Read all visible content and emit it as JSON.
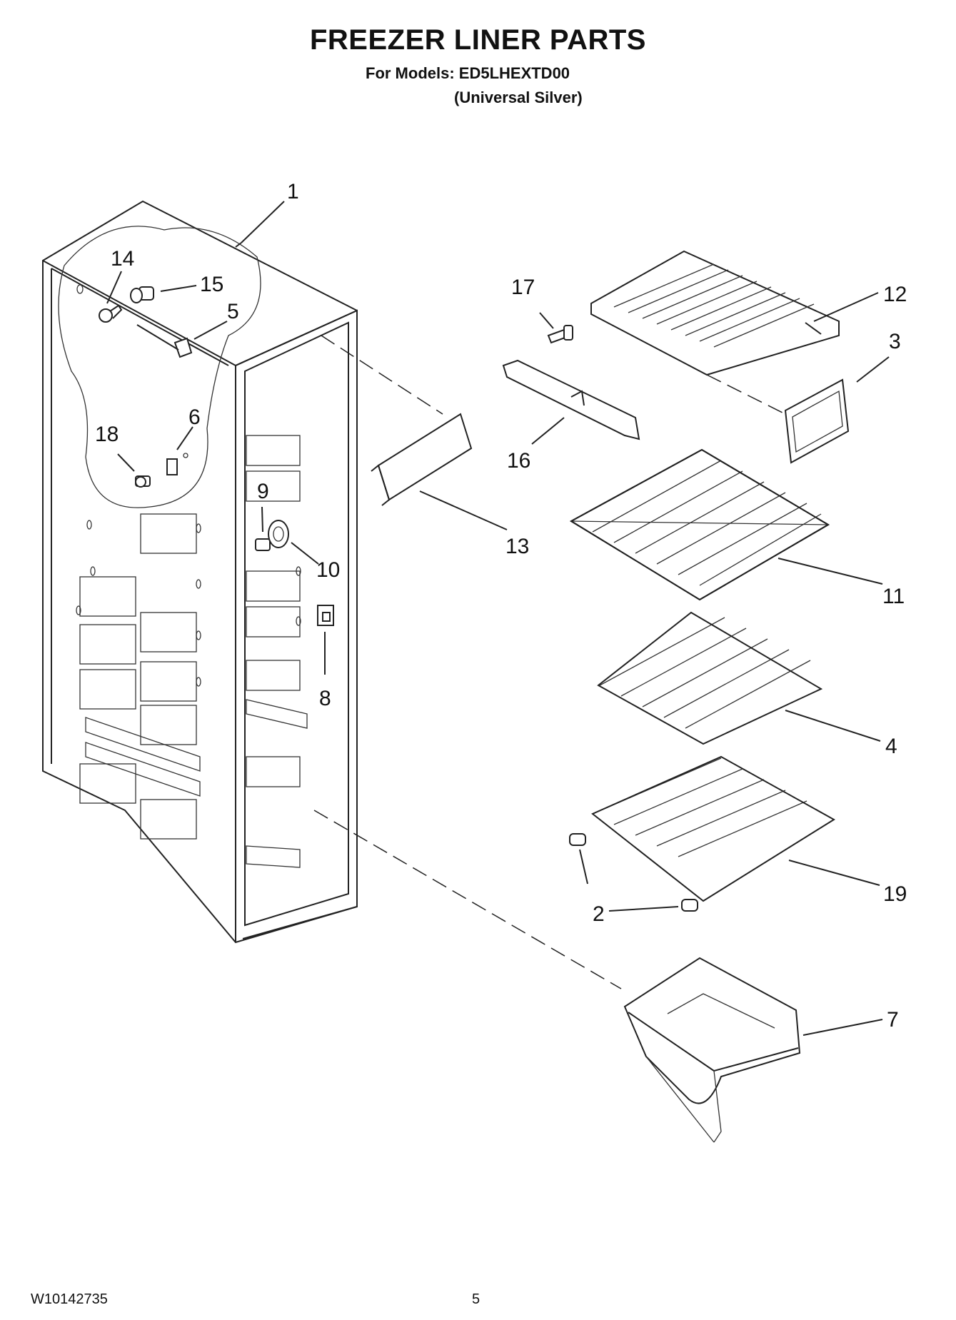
{
  "header": {
    "title": "FREEZER LINER PARTS",
    "models_line": "For Models: ED5LHEXTD00",
    "finish_line": "(Universal Silver)"
  },
  "callouts": {
    "c1": "1",
    "c2": "2",
    "c3": "3",
    "c4": "4",
    "c5": "5",
    "c6": "6",
    "c7": "7",
    "c8": "8",
    "c9": "9",
    "c10": "10",
    "c11": "11",
    "c12": "12",
    "c13": "13",
    "c14": "14",
    "c15": "15",
    "c16": "16",
    "c17": "17",
    "c18": "18",
    "c19": "19"
  },
  "footer": {
    "doc_number": "W10142735",
    "page_number": "5"
  }
}
